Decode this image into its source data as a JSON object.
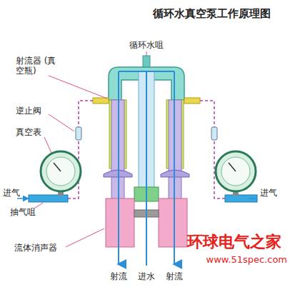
{
  "diagram": {
    "title": "循环水真空泵工作原理图",
    "labels": [
      "循环水咀",
      "射流器 (真空瓶)",
      "逆止阀",
      "真空表",
      "进气",
      "抽气咀",
      "进气",
      "流体消声器",
      "射流",
      "进水",
      "射流",
      "环球电气之家",
      "www.51spec.com"
    ]
  }
}
